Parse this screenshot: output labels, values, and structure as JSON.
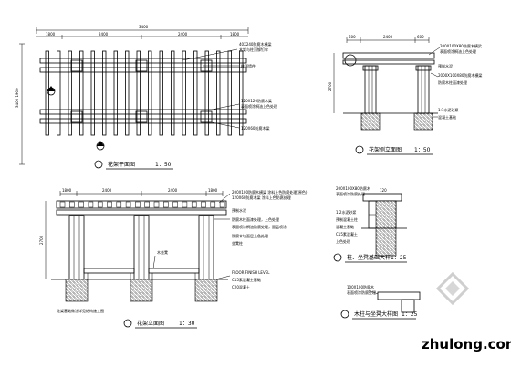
{
  "plan": {
    "dims_top": [
      "1800",
      "2400",
      "2400",
      "1800"
    ],
    "dim_total": "3400",
    "dim_left": "3400 1900",
    "notes": [
      "40X240防腐木横梁",
      "木架与柱顶铆钉牢",
      "柱顶墙件",
      "120X120防腐木梁",
      "表面喷涂桐油上色处理",
      "120X60防腐木梁"
    ],
    "title": "花架平面图",
    "scale": "1：50"
  },
  "side": {
    "dims_top": [
      "600",
      "2400",
      "600"
    ],
    "notes": [
      "200X100X80防腐木横梁",
      "表面喷涂桐油上色处理",
      "预制水泥",
      "1:1水泥砂浆",
      "混凝土基础",
      "2000X100X80防腐木横梁",
      "防腐木柱面漆处理"
    ],
    "dim_left": "2700",
    "title": "花架侧立面图",
    "scale": "1：50"
  },
  "front": {
    "dims_top": [
      "1800",
      "2400",
      "2400",
      "1800"
    ],
    "dim_left": "2700",
    "notes_right": [
      "200X100防腐木横梁 涂料上色防腐处理(原色)",
      "120X60防腐木梁 涂料上色防腐处理",
      "预制水泥",
      "防腐木柱面漆处理，上色处理",
      "表面喷涂桐油防腐处理，面层喷涂",
      "防腐木块面层上色处理",
      "坐凳柱",
      "FLOOR FINISH LEVEL",
      "C15素混凝土基础",
      "C20混凝土"
    ],
    "bench_label": "木坐凳",
    "foot_note": "花架基础做法详见结构施工图",
    "title": "花架立面图",
    "scale": "1：30"
  },
  "detail_a": {
    "notes": [
      "200X100X80防腐木",
      "表面喷涂防腐处理",
      "1:2水泥砂浆",
      "预制混凝土柱",
      "混凝土基础",
      "C15素混凝土",
      "上色处理"
    ],
    "dim": "120",
    "title": "柱、坐凳基础大样",
    "scale": "1：25"
  },
  "detail_b": {
    "notes": [
      "100X100防腐木",
      "表面喷涂防腐处理"
    ],
    "title": "木柱与坐凳大样图",
    "scale": "1：25"
  },
  "watermark": "zhulong.com"
}
